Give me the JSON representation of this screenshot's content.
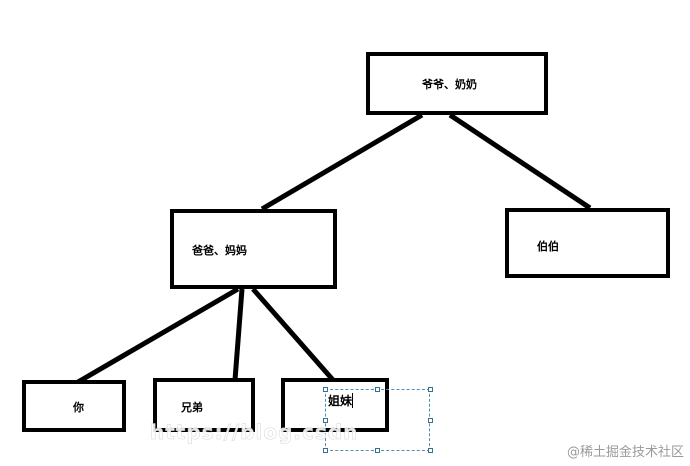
{
  "nodes": {
    "grandparents": "爷爷、奶奶",
    "parents": "爸爸、妈妈",
    "uncle": "伯伯",
    "you": "你",
    "brothers": "兄弟",
    "sisters": "姐妹"
  },
  "overlay_text": "https://blog.csdn",
  "watermark": "@稀土掘金技术社区",
  "colors": {
    "line": "#000000",
    "selection": "#4a8fb5",
    "watermark": "#9a9a9a"
  }
}
